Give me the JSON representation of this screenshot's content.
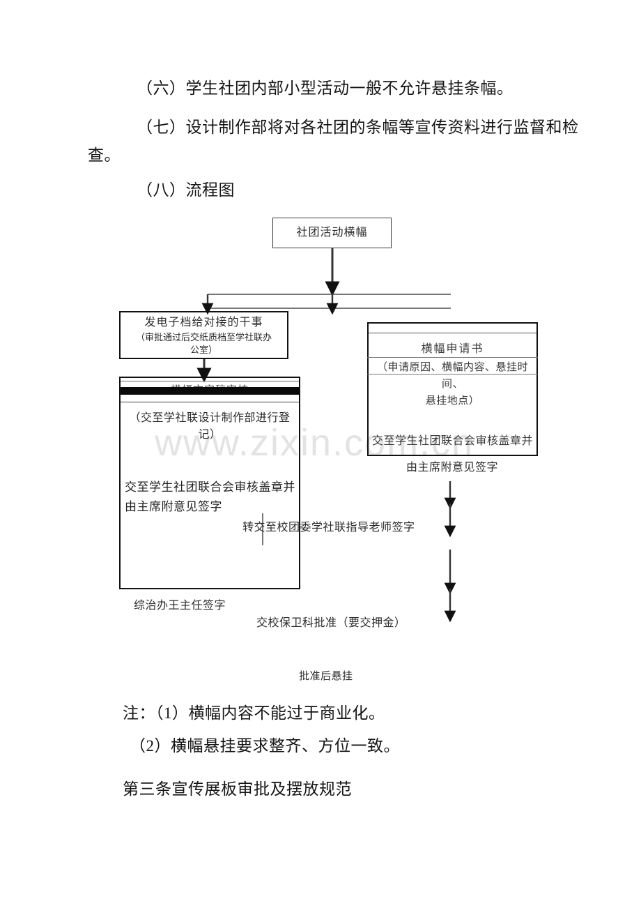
{
  "document": {
    "watermark": "www.zixin.com.cn",
    "paragraphs": [
      {
        "id": "p6",
        "text": "（六）学生社团内部小型活动一般不允许悬挂条幅。"
      },
      {
        "id": "p7",
        "text": "（七）设计制作部将对各社团的条幅等宣传资料进行监督和检"
      },
      {
        "id": "p7b",
        "text": "查。"
      },
      {
        "id": "p8",
        "text": "（八）流程图"
      }
    ],
    "notes": [
      {
        "id": "n1",
        "text": "注：（1）横幅内容不能过于商业化。"
      },
      {
        "id": "n2",
        "text": "（2）横幅悬挂要求整齐、方位一致。"
      }
    ],
    "next_section_heading": "第三条宣传展板审批及摆放规范"
  },
  "flowchart": {
    "title_node": "社团活动横幅",
    "left_branch": {
      "node_1_main": "发电子档给对接的干事",
      "node_1_sub": "（审批通过后交纸质档至学社联办\n公室）",
      "node_2_header": "横幅文字稿审核",
      "node_2_header_state": "redacted",
      "node_2_sub": "（交至学社联设计制作部进行登记）",
      "node_2_body": "交至学生社团联合会审核盖章并\n由主席附意见签字"
    },
    "right_branch": {
      "node_title": "横幅申请书",
      "node_detail": "（申请原因、横幅内容、悬挂时间、\n悬挂地点）",
      "node_footer": "交至学生社团联合会审核盖章并",
      "after_node": "由主席附意见签字"
    },
    "mid_label": "转交至校团委学社联指导老师签字",
    "bottom_labels": [
      {
        "id": "b1",
        "text": "综治办王主任签字"
      },
      {
        "id": "b2",
        "text": "交校保卫科批准（要交押金）"
      },
      {
        "id": "b3",
        "text": "批准后悬挂"
      }
    ]
  },
  "colors": {
    "ink": "#1a1a1a",
    "line": "#111111",
    "watermark": "#e3e3e6",
    "redaction": "#0a0a0a"
  }
}
